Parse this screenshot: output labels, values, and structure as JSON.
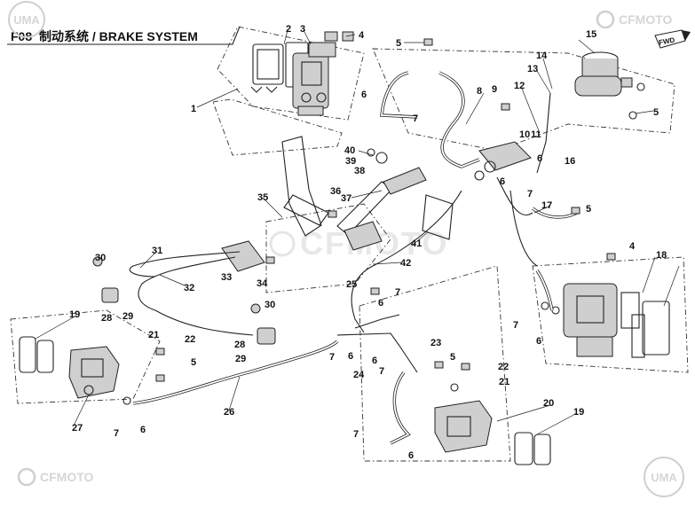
{
  "header": {
    "code": "F08",
    "title": "制动系统 / BRAKE SYSTEM"
  },
  "brand": {
    "top_right": "CFMOTO",
    "bottom_left": "CFMOTO",
    "center_watermark": "CFMOTO",
    "top_left_logo": "UMA",
    "bottom_right_logo": "UMA"
  },
  "fwd_badge": "FWD",
  "callouts": [
    "1",
    "2",
    "3",
    "4",
    "5",
    "6",
    "7",
    "8",
    "9",
    "10",
    "11",
    "12",
    "13",
    "14",
    "15",
    "16",
    "17",
    "18",
    "19",
    "20",
    "21",
    "22",
    "23",
    "24",
    "25",
    "26",
    "27",
    "28",
    "29",
    "30",
    "31",
    "32",
    "33",
    "34",
    "35",
    "36",
    "37",
    "38",
    "39",
    "40",
    "41",
    "42"
  ]
}
